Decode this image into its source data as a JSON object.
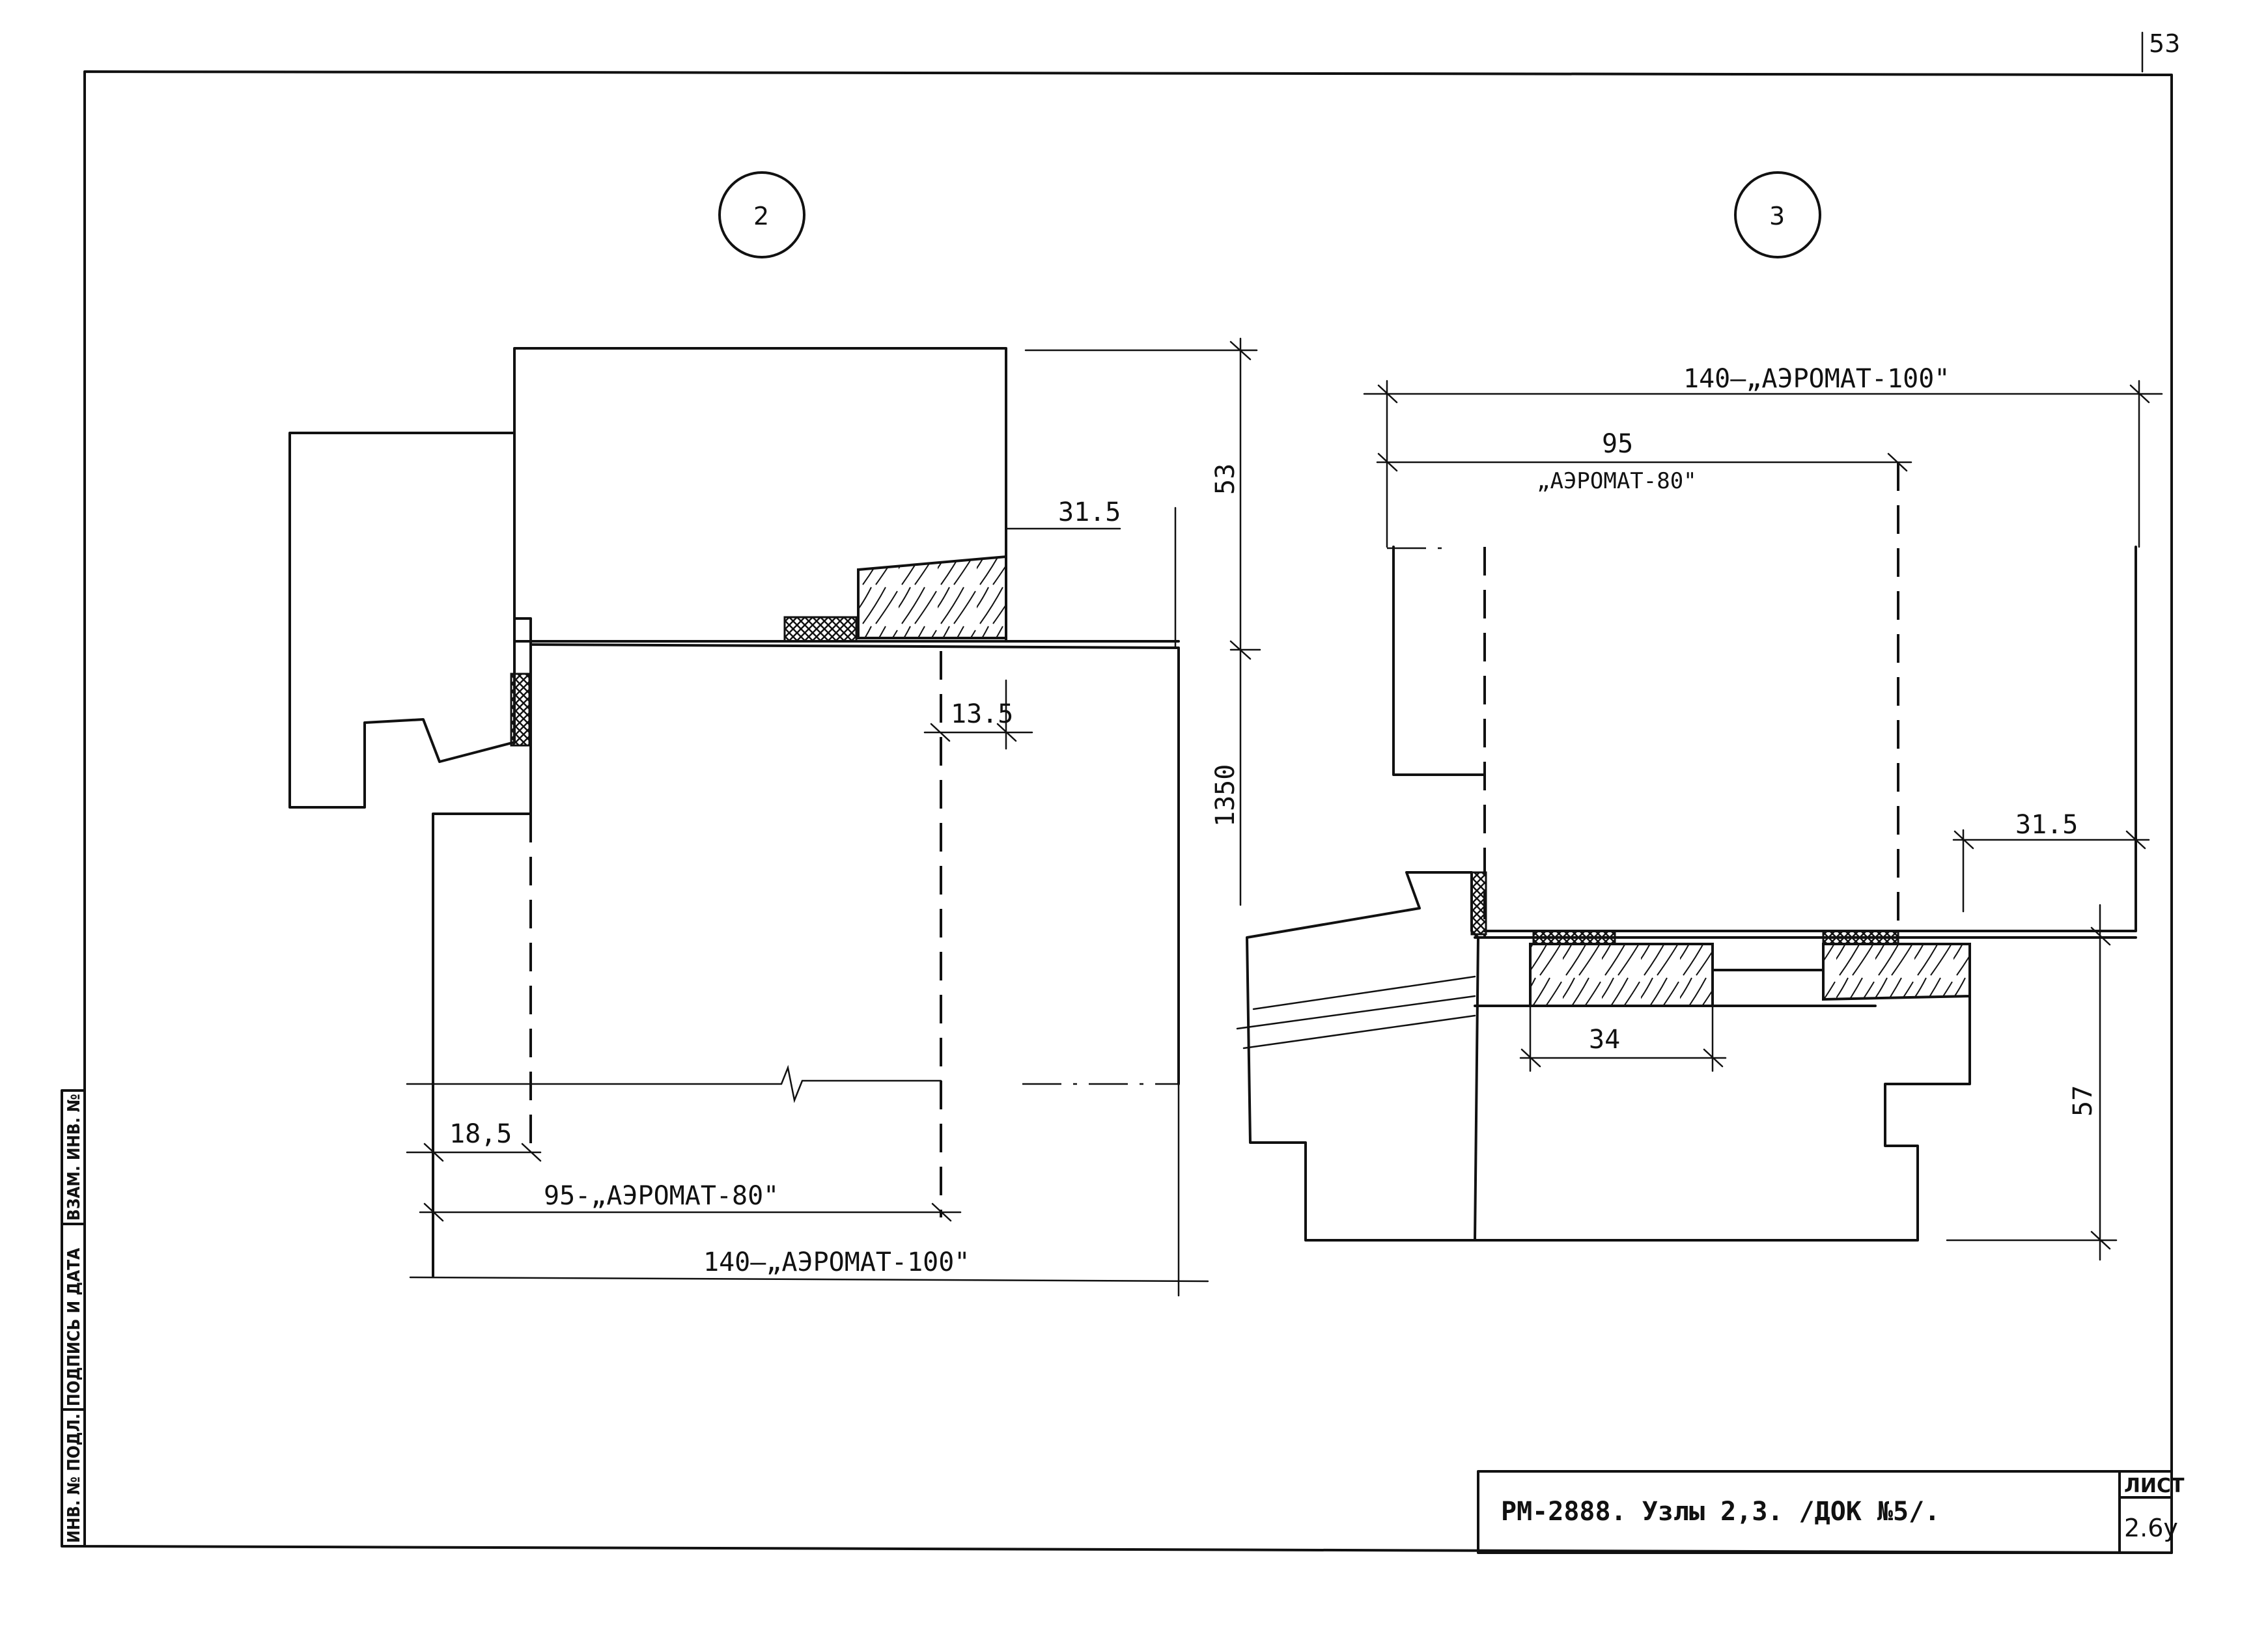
{
  "sheet": {
    "page_corner": "53",
    "title_block": "РМ-2888. Узлы 2,3. /ДОК №5/.",
    "sheet_label": "ЛИСТ",
    "sheet_number": "2.6у",
    "side_stamp": [
      "ИНВ. № ПОДЛ.",
      "ПОДПИСЬ И ДАТА",
      "ВЗАМ. ИНВ. №"
    ]
  },
  "node2": {
    "callout": "2",
    "dim_53": "53",
    "dim_31_5": "31.5",
    "dim_13_5": "13.5",
    "dim_1350": "1350",
    "dim_18_5": "18,5",
    "dim_95": "95-„АЭРОМАТ-80\"",
    "dim_140": "140—„АЭРОМАТ-100\""
  },
  "node3": {
    "callout": "3",
    "dim_140": "140—„АЭРОМАТ-100\"",
    "dim_95": "95",
    "dim_95_label": "„АЭРОМАТ-80\"",
    "dim_31_5": "31.5",
    "dim_34": "34",
    "dim_57": "57"
  }
}
